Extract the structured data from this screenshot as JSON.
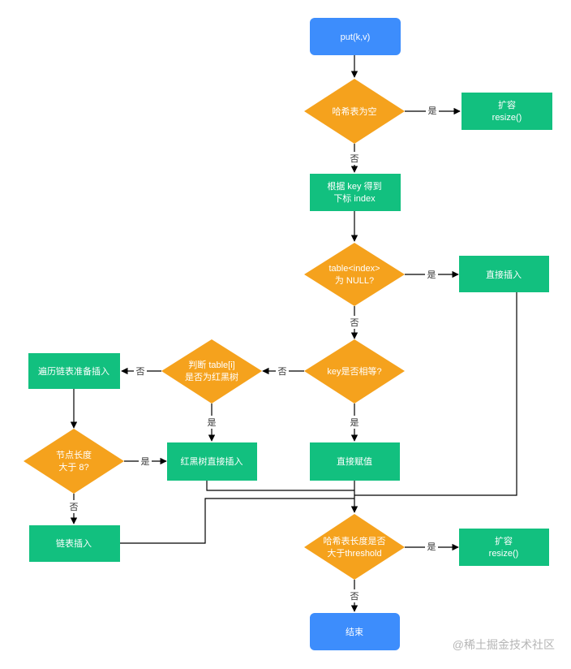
{
  "colors": {
    "terminal": "#3d8dfc",
    "process": "#12c07f",
    "decision": "#f5a21d",
    "line": "#000000"
  },
  "nodes": {
    "start": "put(k,v)",
    "decision_empty": "哈希表为空",
    "resize_top": [
      "扩容",
      "resize()"
    ],
    "compute_index": [
      "根据 key 得到",
      "下标 index"
    ],
    "decision_null": [
      "table<index>",
      "为 NULL?"
    ],
    "direct_insert": "直接插入",
    "decision_key_equal": "key是否相等?",
    "decision_tree": [
      "判断 table[i]",
      "是否为红黑树"
    ],
    "traverse_list": "遍历链表准备插入",
    "tree_insert": "红黑树直接插入",
    "direct_assign": "直接赋值",
    "decision_length": [
      "节点长度",
      "大于 8?"
    ],
    "list_insert": "链表插入",
    "decision_threshold": [
      "哈希表长度是否",
      "大于threshold"
    ],
    "resize_bottom": [
      "扩容",
      "resize()"
    ],
    "end": "结束"
  },
  "edge_labels": {
    "empty_yes": "是",
    "empty_no": "否",
    "null_yes": "是",
    "null_no": "否",
    "key_no": "否",
    "key_yes": "是",
    "tree_no": "否",
    "tree_yes": "是",
    "length_yes": "是",
    "length_no": "否",
    "threshold_yes": "是",
    "threshold_no": "否"
  },
  "watermark": "@稀土掘金技术社区"
}
